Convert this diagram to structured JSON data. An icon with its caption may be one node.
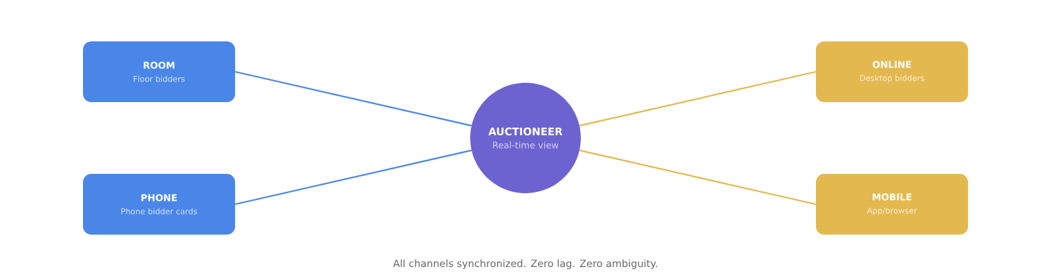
{
  "diagram": {
    "caption": "All channels synchronized. Zero lag. Zero ambiguity.",
    "nodes": [
      {
        "text": [
          "ROOM",
          "Floor bidders"
        ]
      },
      {
        "text": [
          "ONLINE",
          "Desktop bidders"
        ]
      },
      {
        "text": [
          "AUCTIONEER",
          "Real-time view"
        ]
      },
      {
        "text": [
          "PHONE",
          "Phone bidder cards"
        ]
      },
      {
        "text": [
          "MOBILE",
          "App/browser"
        ]
      }
    ],
    "edges": [
      {
        "from": 0,
        "to": 2,
        "arrow": "none",
        "color": "#4a86e8"
      },
      {
        "from": 1,
        "to": 2,
        "arrow": "none",
        "color": "#e3b84f"
      },
      {
        "from": 3,
        "to": 2,
        "arrow": "none",
        "color": "#4a86e8"
      },
      {
        "from": 4,
        "to": 2,
        "arrow": "none",
        "color": "#e3b84f"
      }
    ]
  }
}
